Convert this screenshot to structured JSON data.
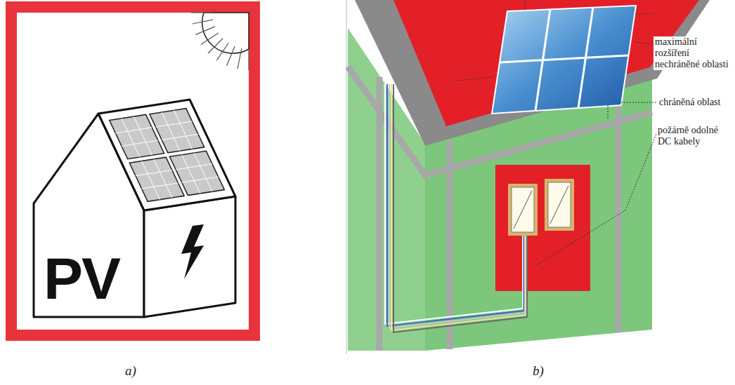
{
  "diagram": {
    "labels": [
      "PV",
      "maximální rozšíření nechráněné oblasti",
      "chráněná oblast",
      "požárně odolné DC kabely",
      "a)",
      "b)"
    ]
  }
}
